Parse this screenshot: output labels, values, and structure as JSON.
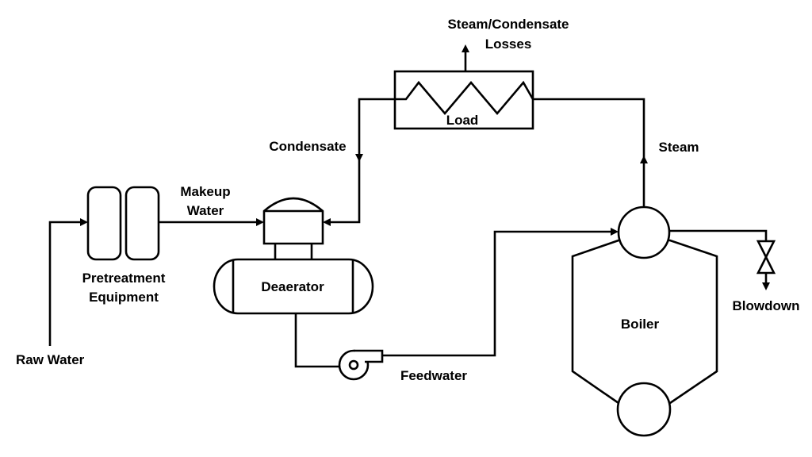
{
  "labels": {
    "raw_water": "Raw Water",
    "pretreatment_line1": "Pretreatment",
    "pretreatment_line2": "Equipment",
    "makeup_line1": "Makeup",
    "makeup_line2": "Water",
    "deaerator": "Deaerator",
    "condensate": "Condensate",
    "losses_line1": "Steam/Condensate",
    "losses_line2": "Losses",
    "load": "Load",
    "steam": "Steam",
    "boiler": "Boiler",
    "feedwater": "Feedwater",
    "blowdown": "Blowdown"
  }
}
